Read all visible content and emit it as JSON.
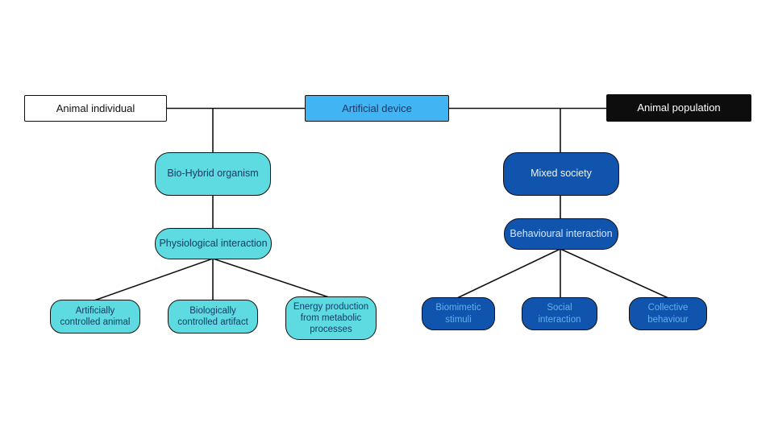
{
  "diagram": {
    "top_row": {
      "animal_individual": "Animal individual",
      "artificial_device": "Artificial device",
      "animal_population": "Animal population"
    },
    "left_branch": {
      "root": "Bio-Hybrid organism",
      "mid": "Physiological interaction",
      "leaves": [
        "Artificially controlled animal",
        "Biologically controlled artifact",
        "Energy production from metabolic processes"
      ]
    },
    "right_branch": {
      "root": "Mixed society",
      "mid": "Behavioural interaction",
      "leaves": [
        "Biomimetic stimuli",
        "Social interaction",
        "Collective behaviour"
      ]
    },
    "colors": {
      "cyan_fill": "#5EDBE1",
      "light_blue_fill": "#41B4F4",
      "dark_blue_fill": "#1154AD",
      "black_fill": "#0D0D0D",
      "white_fill": "#FFFFFF",
      "dark_navy_text": "#153B68",
      "white_text": "#F0F5FB",
      "light_blue_text": "#5FB1F0",
      "line_color": "#101010"
    }
  }
}
